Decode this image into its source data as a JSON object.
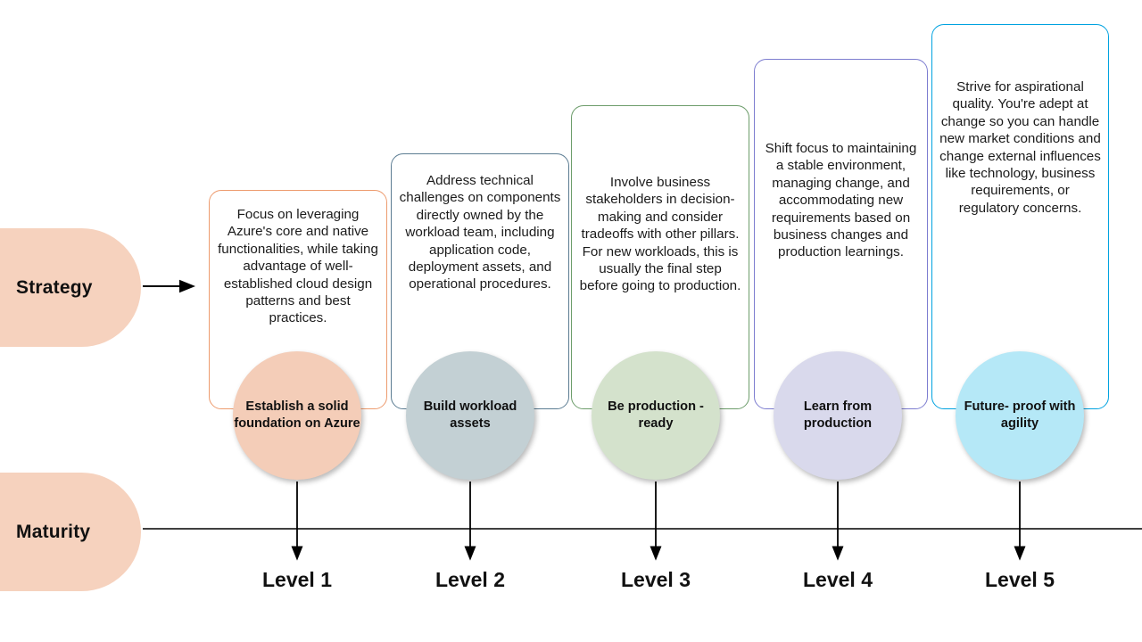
{
  "diagram": {
    "title": "Azure Well-Architected maturity model levels",
    "axis_labels": {
      "strategy": "Strategy",
      "maturity": "Maturity"
    },
    "pill_color": "#F6D2BE",
    "connector_color": "#000000",
    "baseline_color": "#000000",
    "stages": [
      {
        "level_label": "Level 1",
        "card_text": "Focus on leveraging Azure's core and native functionalities, while taking advantage of well-established cloud design patterns and best practices.",
        "bubble_label": "Establish a solid foundation on Azure",
        "border_color": "#ED9B6E",
        "bubble_color": "#F4CDB8"
      },
      {
        "level_label": "Level 2",
        "card_text": "Address technical challenges on components directly owned by the workload team, including application code, deployment assets, and operational procedures.",
        "bubble_label": "Build workload assets",
        "border_color": "#5B7C92",
        "bubble_color": "#C3D0D4"
      },
      {
        "level_label": "Level 3",
        "card_text": "Involve business stakeholders in decision-making and consider tradeoffs with other pillars. For new workloads, this is usually the final step before going to production.",
        "bubble_label": "Be production -ready",
        "border_color": "#6D9D6B",
        "bubble_color": "#D4E2CC"
      },
      {
        "level_label": "Level 4",
        "card_text": "Shift focus to maintaining a stable environment, managing change, and accommodating new requirements based on business changes and production learnings.",
        "bubble_label": "Learn from production",
        "border_color": "#7D7DD0",
        "bubble_color": "#D9D9EC"
      },
      {
        "level_label": "Level 5",
        "card_text": "Strive for aspirational quality. You're adept at change so you can handle new market conditions and change external influences like technology, business requirements, or regulatory concerns.",
        "bubble_label": "Future- proof with agility",
        "border_color": "#00A2E0",
        "bubble_color": "#B5E8F7"
      }
    ]
  }
}
